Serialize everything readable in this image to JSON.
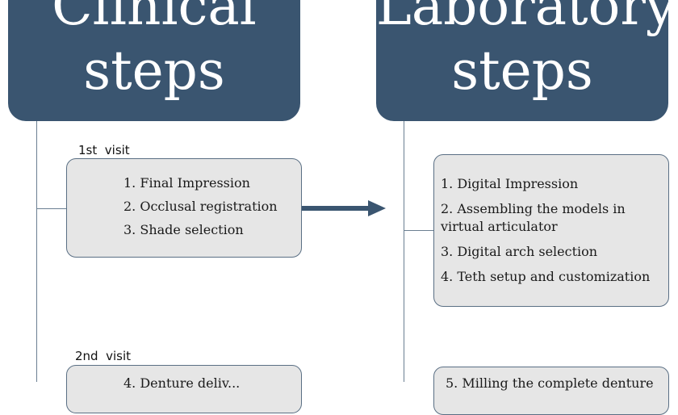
{
  "clinical": {
    "title_line1": "Clinical",
    "title_line2": "steps"
  },
  "laboratory": {
    "title_line1": "Laboratory",
    "title_line2": "steps"
  },
  "visit1": {
    "label": "1st  visit",
    "clinical_items": [
      "1. Final Impression",
      "2. Occlusal registration",
      "3. Shade selection"
    ],
    "lab_items": [
      "1. Digital Impression",
      "2. Assembling the models in virtual articulator",
      "3. Digital arch selection",
      "4. Teth setup and customization"
    ]
  },
  "visit2": {
    "label": "2nd  visit",
    "clinical_items": [
      "4. Denture deliv..."
    ],
    "lab_items": [
      "5. Milling the complete denture"
    ]
  },
  "colors": {
    "header_bg": "#3a5570",
    "box_bg": "#e6e6e6",
    "arrow": "#3a5570"
  }
}
